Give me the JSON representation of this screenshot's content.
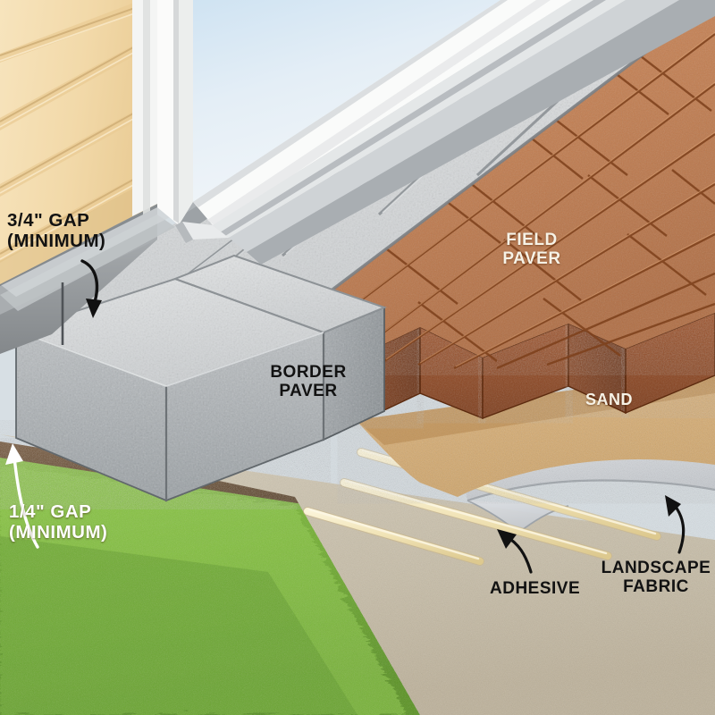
{
  "illustration": {
    "title": "Paver Patio Edge Detail Cross-Section",
    "subject": "border and field paver installation against house wall"
  },
  "annotations": {
    "gap_top": {
      "name": "three-quarter-inch-gap",
      "line1": "3/4\" GAP",
      "line2": "(MINIMUM)",
      "text": "3/4\" GAP\n(MINIMUM)",
      "color": "#121212",
      "arrow": "curved-arrow-down"
    },
    "gap_bottom": {
      "name": "quarter-inch-gap",
      "line1": "1/4\" GAP",
      "line2": "(MINIMUM)",
      "text": "1/4\" GAP\n(MINIMUM)",
      "color": "#ffffff",
      "arrow": "curved-arrow-up-left"
    },
    "border_paver": {
      "name": "border-paver",
      "line1": "BORDER",
      "line2": "PAVER",
      "text": "BORDER\nPAVER",
      "color": "#121212"
    },
    "field_paver": {
      "name": "field-paver",
      "line1": "FIELD",
      "line2": "PAVER",
      "text": "FIELD\nPAVER",
      "color": "#ffffff"
    },
    "sand": {
      "name": "sand-layer",
      "text": "SAND",
      "color": "#ffffff"
    },
    "adhesive": {
      "name": "adhesive-bead",
      "text": "ADHESIVE",
      "color": "#121212",
      "arrow": "curved-arrow-up-left"
    },
    "landscape_fabric": {
      "name": "landscape-fabric",
      "line1": "LANDSCAPE",
      "line2": "FABRIC",
      "text": "LANDSCAPE\nFABRIC",
      "color": "#121212",
      "arrow": "curved-arrow-up"
    }
  },
  "materials": {
    "siding": {
      "label": "lap siding",
      "color": "#f4dcae"
    },
    "siding_shadow": {
      "label": "lap siding shadow",
      "color": "#e0c georgia"
    },
    "door_frame": {
      "label": "door frame",
      "color": "#f7f7f5"
    },
    "glass": {
      "label": "door glass",
      "color": "#d9e8f3"
    },
    "threshold": {
      "label": "threshold sill",
      "color": "#b9bec2"
    },
    "foundation": {
      "label": "foundation ledge",
      "color": "#9b9fa2"
    },
    "border_paver": {
      "label": "grey granite border paver",
      "color": "#c9ccce"
    },
    "field_paver": {
      "label": "red clay field paver",
      "color": "#c07a4f"
    },
    "field_paver_face": {
      "label": "field paver cut face",
      "color": "#8a4622"
    },
    "sand": {
      "label": "bedding sand",
      "color": "#d4a96b"
    },
    "fabric": {
      "label": "landscape fabric",
      "color": "#cfd2d6"
    },
    "base": {
      "label": "compacted base",
      "color": "#cbc2ae"
    },
    "adhesive": {
      "label": "adhesive bead",
      "color": "#f2e6bd"
    },
    "grass": {
      "label": "lawn grass",
      "color": "#6eb22e"
    },
    "soil": {
      "label": "soil strip",
      "color": "#6b4a2a"
    }
  }
}
